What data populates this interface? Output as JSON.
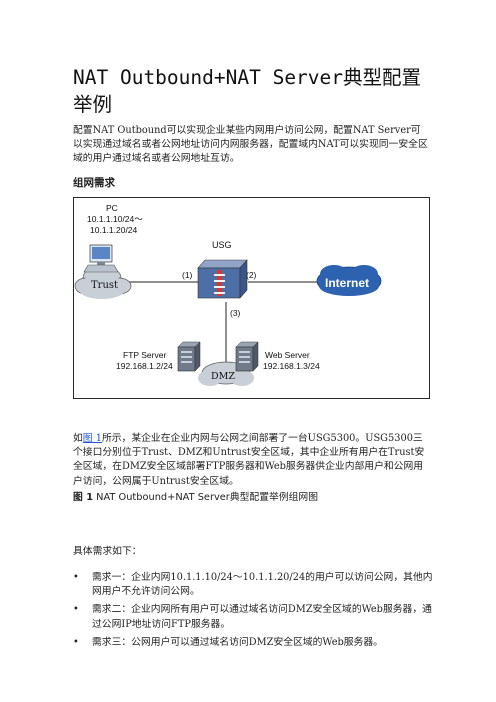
{
  "document": {
    "title": "NAT Outbound+NAT Server典型配置举例",
    "intro": "配置NAT Outbound可以实现企业某些内网用户访问公网，配置NAT Server可以实现通过域名或者公网地址访问内网服务器，配置域内NAT可以实现同一安全区域的用户通过域名或者公网地址互访。",
    "section_heading": "组网需求",
    "figure": {
      "pc_label_line1": "PC",
      "pc_label_line2": "10.1.1.10/24～",
      "pc_label_line3": "10.1.1.20/24",
      "trust_label": "Trust",
      "usg_label": "USG",
      "port1_label": "(1)",
      "port2_label": "(2)",
      "port3_label": "(3)",
      "internet_label": "Internet",
      "ftp_label_line1": "FTP Server",
      "ftp_label_line2": "192.168.1.2/24",
      "web_label_line1": "Web Server",
      "web_label_line2": "192.168.1.3/24",
      "dmz_label": "DMZ"
    },
    "desc_prefix": "如",
    "desc_link": "图 1",
    "desc_rest": "所示，某企业在企业内网与公网之间部署了一台USG5300。USG5300三个接口分别位于Trust、DMZ和Untrust安全区域，其中企业所有用户在Trust安全区域，在DMZ安全区域部署FTP服务器和Web服务器供企业内部用户和公网用户访问，公网属于Untrust安全区域。",
    "caption_label": "图 1",
    "caption_text": " NAT Outbound+NAT Server典型配置举例组网图",
    "requirements_intro": "具体需求如下：",
    "requirements": [
      "需求一：企业内网10.1.1.10/24～10.1.1.20/24的用户可以访问公网，其他内网用户不允许访问公网。",
      "需求二：企业内网所有用户可以通过域名访问DMZ安全区域的Web服务器，通过公网IP地址访问FTP服务器。",
      "需求三：公网用户可以通过域名访问DMZ安全区域的Web服务器。"
    ],
    "bullet": "•"
  }
}
